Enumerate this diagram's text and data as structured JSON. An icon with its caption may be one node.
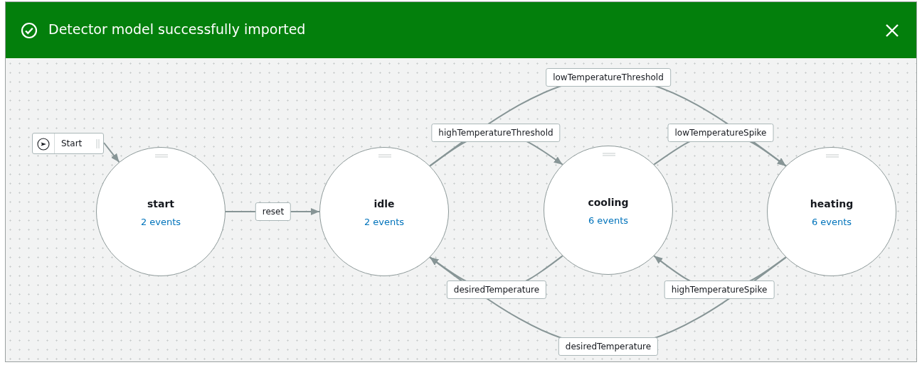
{
  "diagram": {
    "title": "Detector model successfully imported",
    "nodes": [
      {
        "text": [
          "Start"
        ]
      },
      {
        "text": [
          "start",
          "2 events"
        ]
      },
      {
        "text": [
          "idle",
          "2 events"
        ]
      },
      {
        "text": [
          "cooling",
          "6 events"
        ]
      },
      {
        "text": [
          "heating",
          "6 events"
        ]
      }
    ],
    "edges": [
      {
        "from": 0,
        "to": 1,
        "arrow": "to"
      },
      {
        "from": 1,
        "to": 2,
        "arrow": "to",
        "label": "reset"
      },
      {
        "from": 2,
        "to": 3,
        "arrow": "to",
        "label": "highTemperatureThreshold"
      },
      {
        "from": 2,
        "to": 4,
        "arrow": "to",
        "label": "lowTemperatureThreshold"
      },
      {
        "from": 3,
        "to": 4,
        "arrow": "to",
        "label": "lowTemperatureSpike"
      },
      {
        "from": 3,
        "to": 2,
        "arrow": "to",
        "label": "desiredTemperature"
      },
      {
        "from": 4,
        "to": 3,
        "arrow": "to",
        "label": "highTemperatureSpike"
      },
      {
        "from": 4,
        "to": 2,
        "arrow": "to",
        "label": "desiredTemperature"
      }
    ]
  }
}
